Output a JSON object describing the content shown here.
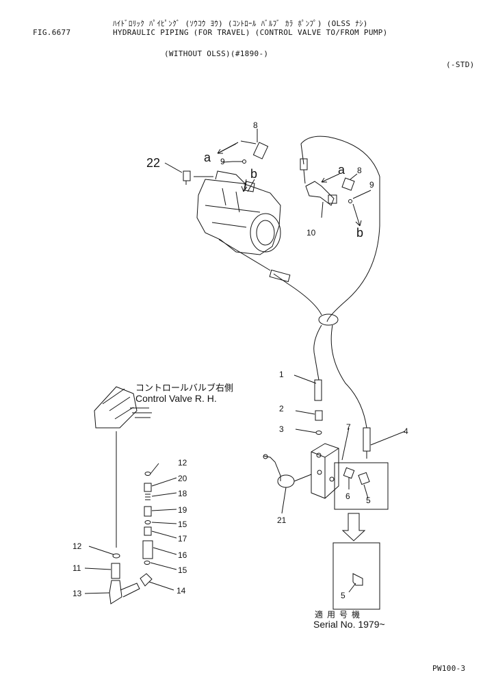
{
  "header": {
    "title_ja": "ﾊｲﾄﾞﾛﾘｯｸ ﾊﾟｲﾋﾟﾝｸﾞ (ｿｳｺｳ ﾖｳ) (ｺﾝﾄﾛｰﾙ ﾊﾞﾙﾌﾞ ｶﾗ ﾎﾟﾝﾌﾟ) (OLSS ﾅｼ)",
    "fig_number": "FIG.6677",
    "title_en": "HYDRAULIC PIPING (FOR TRAVEL) (CONTROL VALVE TO/FROM PUMP)",
    "subtitle": "(WITHOUT OLSS)(#1890-)",
    "spec": "(-STD)"
  },
  "callouts": {
    "c1": "1",
    "c2": "2",
    "c3": "3",
    "c4": "4",
    "c5a": "5",
    "c5b": "5",
    "c6": "6",
    "c7": "7",
    "c8a": "8",
    "c8b": "8",
    "c9a": "9",
    "c9b": "9",
    "c10": "10",
    "c11": "11",
    "c12a": "12",
    "c12b": "12",
    "c13": "13",
    "c14": "14",
    "c15a": "15",
    "c15b": "15",
    "c16": "16",
    "c17": "17",
    "c18": "18",
    "c19": "19",
    "c20": "20",
    "c21": "21",
    "c22": "22",
    "a1": "a",
    "a2": "a",
    "b1": "b",
    "b2": "b"
  },
  "control_valve": {
    "label_ja": "コントロールバルブ右側",
    "label_en": "Control Valve R. H."
  },
  "serial": {
    "label_ja": "適用号機",
    "label_en": "Serial No. 1979~"
  },
  "footer": {
    "page_code": "PW100-3"
  }
}
